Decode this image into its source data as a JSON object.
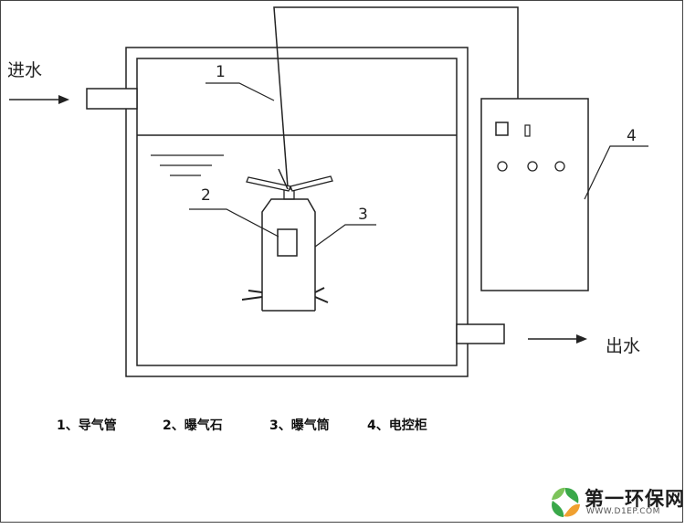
{
  "diagram": {
    "inlet_label": "进水",
    "outlet_label": "出水",
    "callouts": [
      "1",
      "2",
      "3",
      "4"
    ]
  },
  "legend": {
    "items": [
      "1、导气管",
      "2、曝气石",
      "3、曝气筒",
      "4、电控柜"
    ]
  },
  "logo": {
    "name": "第一环保网",
    "url": "WWW.D1EP.COM"
  },
  "colors": {
    "line": "#222222",
    "logo_green": "#3aa84a",
    "logo_orange": "#f0a030"
  }
}
